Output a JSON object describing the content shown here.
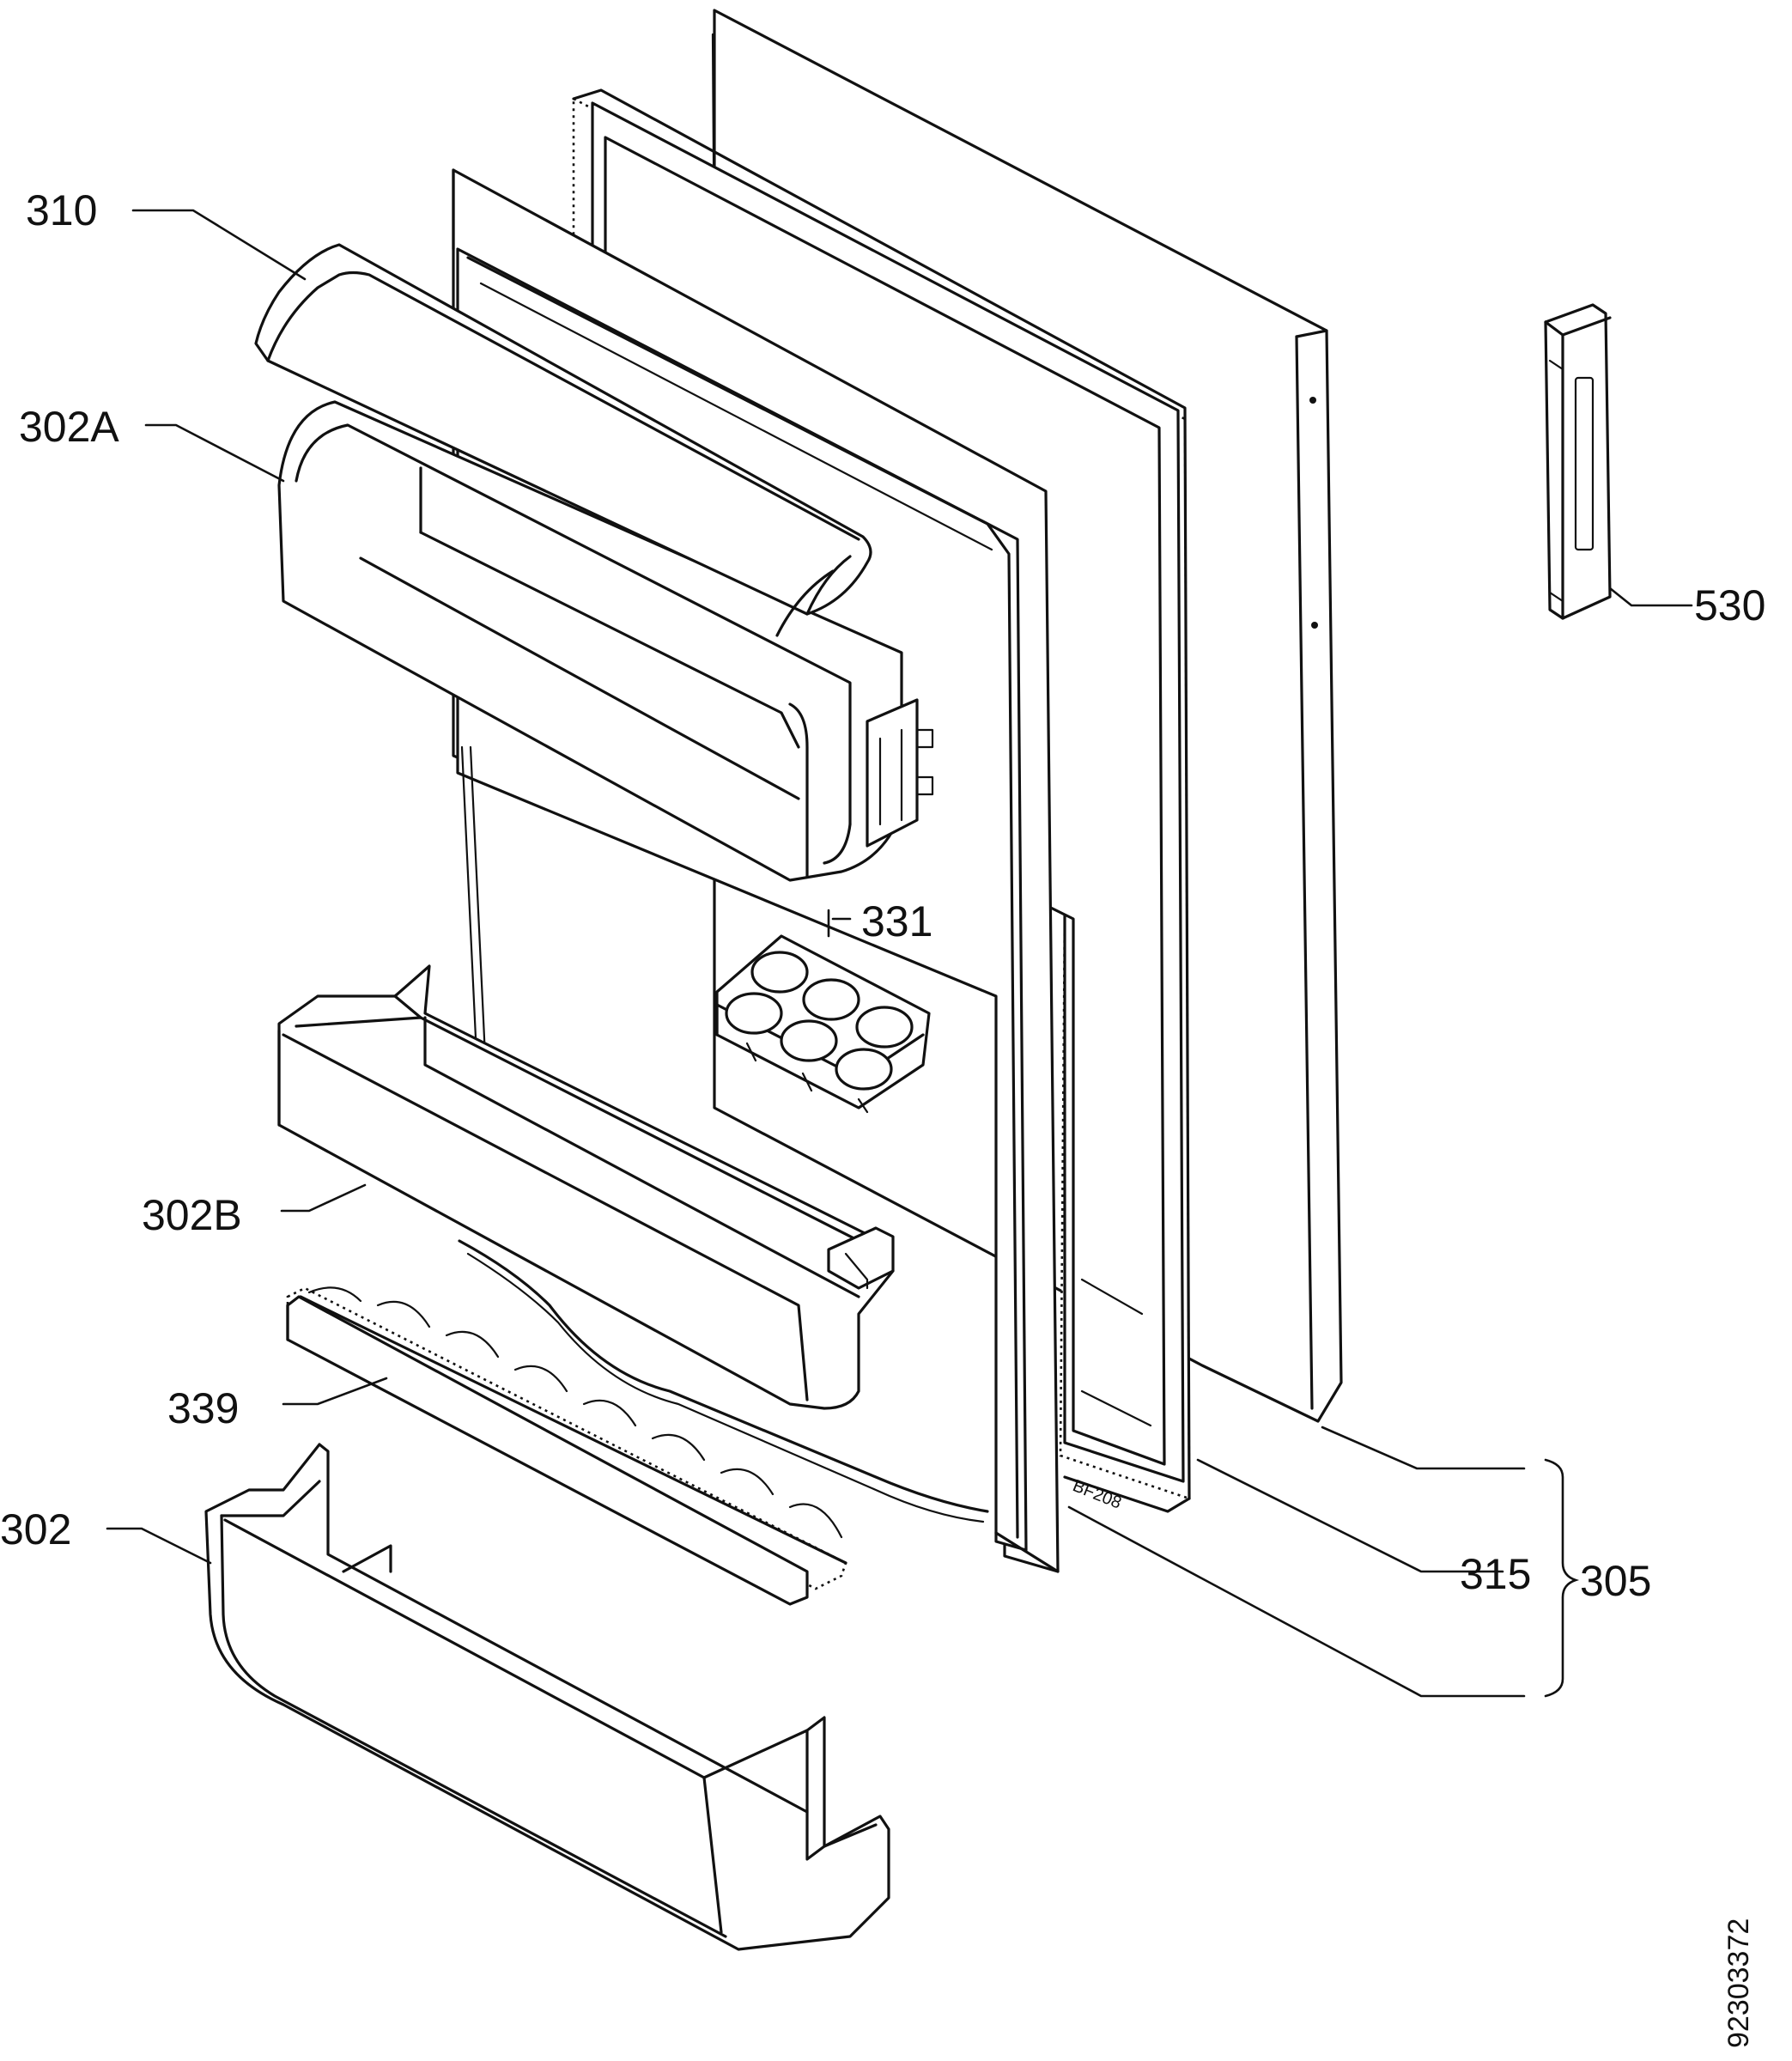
{
  "labels": {
    "p310": "310",
    "p302a": "302A",
    "p302b": "302B",
    "p339": "339",
    "p302": "302",
    "p331": "331",
    "p530": "530",
    "p315": "315",
    "p305": "305"
  },
  "gasket_mark": "BF208",
  "doc_number": "92303372"
}
